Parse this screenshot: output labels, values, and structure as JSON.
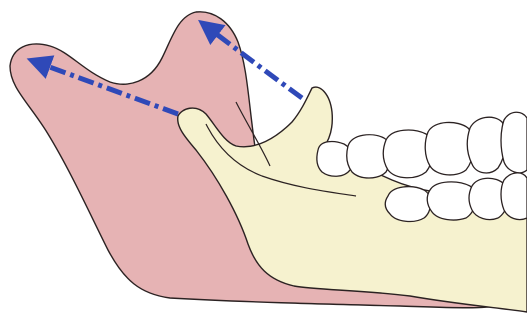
{
  "colors": {
    "background": "#ffffff",
    "mandible_original": "#e6b3b4",
    "mandible_advanced": "#f6f2cf",
    "outline": "#2b2222",
    "arrow": "#2f49b8",
    "teeth": "#ffffff"
  },
  "parts": [
    {
      "name": "original-mandible",
      "color_key": "mandible_original"
    },
    {
      "name": "advanced-mandible",
      "color_key": "mandible_advanced"
    },
    {
      "name": "upper-teeth",
      "color_key": "teeth",
      "count": 6
    },
    {
      "name": "lower-teeth",
      "color_key": "teeth",
      "count": 4
    }
  ],
  "arrows": [
    {
      "name": "condyle-displacement-arrow",
      "style": "dashed",
      "color_key": "arrow"
    },
    {
      "name": "coronoid-displacement-arrow",
      "style": "dashed",
      "color_key": "arrow"
    }
  ]
}
